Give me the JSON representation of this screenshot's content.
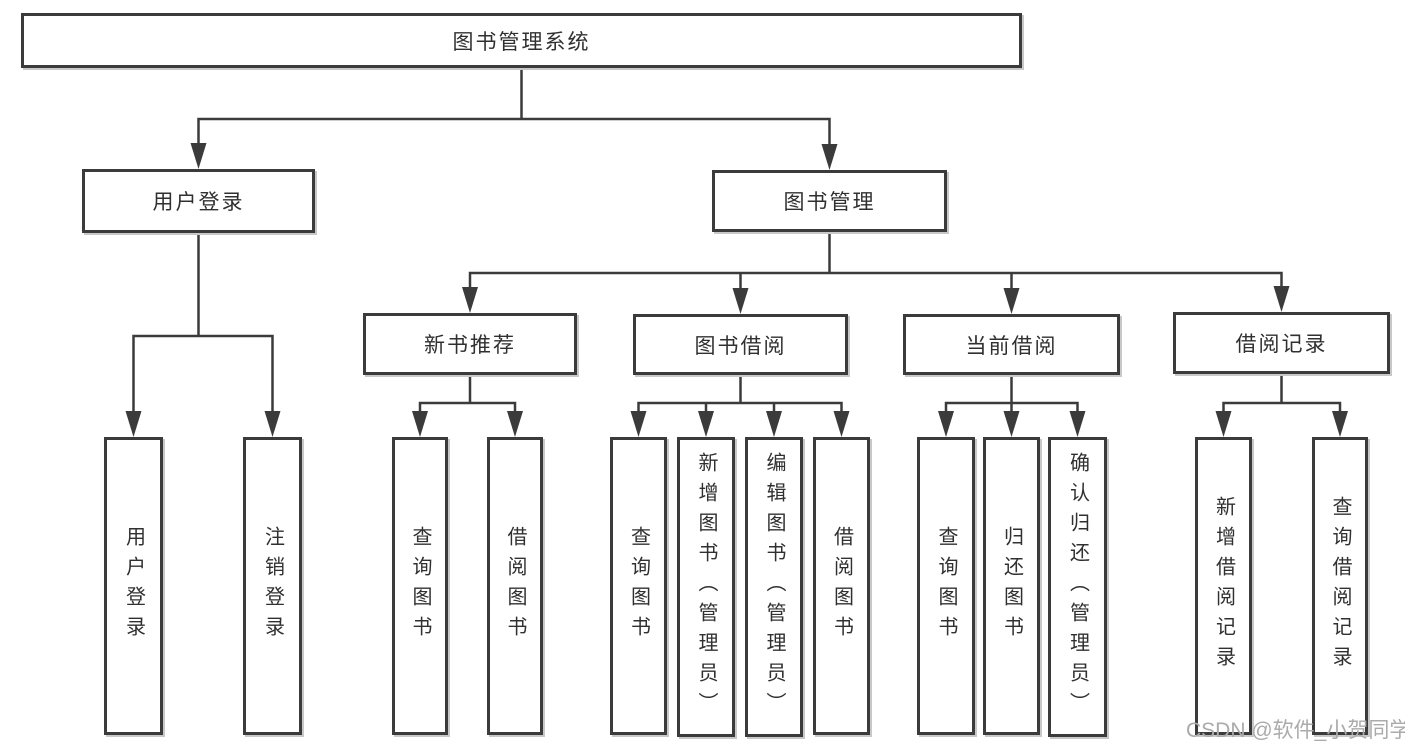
{
  "colors": {
    "line": "#3b3b3b",
    "text": "#303030",
    "box_background": "#ffffff",
    "box_shadow": "#c8c8c8",
    "watermark_color": "#ababab"
  },
  "watermark": {
    "text": "CSDN @软件_小贺同学"
  },
  "diagram": {
    "tree": {
      "id": "root",
      "label": "图书管理系统",
      "children": [
        {
          "id": "user-login",
          "label": "用户登录",
          "children": [
            {
              "id": "user-login-leaf",
              "label": "用户登录",
              "vertical": true
            },
            {
              "id": "logout",
              "label": "注销登录",
              "vertical": true
            }
          ]
        },
        {
          "id": "book-mgmt",
          "label": "图书管理",
          "children": [
            {
              "id": "new-book-rec",
              "label": "新书推荐",
              "children": [
                {
                  "id": "nbr-query",
                  "label": "查询图书",
                  "vertical": true
                },
                {
                  "id": "nbr-borrow",
                  "label": "借阅图书",
                  "vertical": true
                }
              ]
            },
            {
              "id": "book-borrow",
              "label": "图书借阅",
              "children": [
                {
                  "id": "bb-query",
                  "label": "查询图书",
                  "vertical": true
                },
                {
                  "id": "bb-add",
                  "label": "新增图书（管理员）",
                  "vertical": true
                },
                {
                  "id": "bb-edit",
                  "label": "编辑图书（管理员）",
                  "vertical": true
                },
                {
                  "id": "bb-borrow",
                  "label": "借阅图书",
                  "vertical": true
                }
              ]
            },
            {
              "id": "current-borrow",
              "label": "当前借阅",
              "children": [
                {
                  "id": "cb-query",
                  "label": "查询图书",
                  "vertical": true
                },
                {
                  "id": "cb-return",
                  "label": "归还图书",
                  "vertical": true
                },
                {
                  "id": "cb-confirm",
                  "label": "确认归还（管理员）",
                  "vertical": true
                }
              ]
            },
            {
              "id": "borrow-records",
              "label": "借阅记录",
              "children": [
                {
                  "id": "br-add",
                  "label": "新增借阅记录",
                  "vertical": true
                },
                {
                  "id": "br-query",
                  "label": "查询借阅记录",
                  "vertical": true
                }
              ]
            }
          ]
        }
      ]
    }
  }
}
